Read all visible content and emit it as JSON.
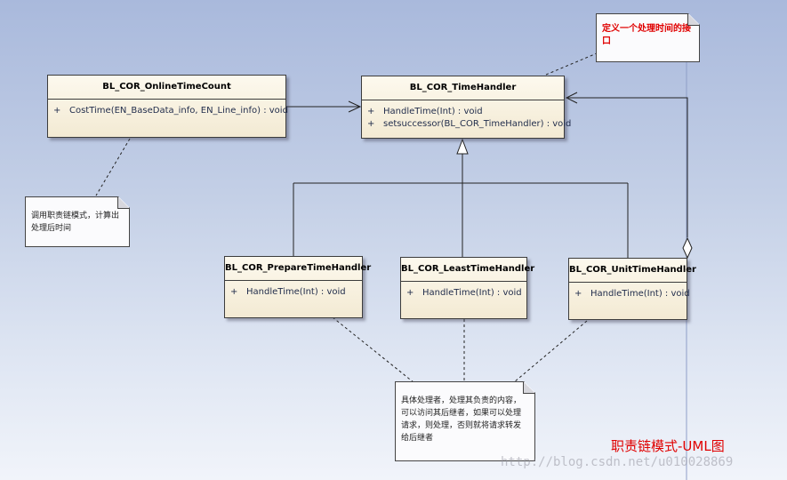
{
  "classes": {
    "online_time_count": {
      "name": "BL_COR_OnlineTimeCount",
      "operations": [
        {
          "visibility": "+",
          "signature": "CostTime(EN_BaseData_info, EN_Line_info) : void"
        }
      ]
    },
    "time_handler": {
      "name": "BL_COR_TimeHandler",
      "operations": [
        {
          "visibility": "+",
          "signature": "HandleTime(Int) : void"
        },
        {
          "visibility": "+",
          "signature": "setsuccessor(BL_COR_TimeHandler) : void"
        }
      ]
    },
    "prepare_handler": {
      "name": "BL_COR_PrepareTimeHandler",
      "operations": [
        {
          "visibility": "+",
          "signature": "HandleTime(Int) : void"
        }
      ]
    },
    "least_handler": {
      "name": "BL_COR_LeastTimeHandler",
      "operations": [
        {
          "visibility": "+",
          "signature": "HandleTime(Int) : void"
        }
      ]
    },
    "unit_handler": {
      "name": "BL_COR_UnitTimeHandler",
      "operations": [
        {
          "visibility": "+",
          "signature": "HandleTime(Int) : void"
        }
      ]
    }
  },
  "notes": {
    "interface_note": {
      "lines": [
        "定义一个处理时间的接",
        "口"
      ],
      "color": "#e00000"
    },
    "client_note": {
      "lines": [
        "调用职责链模式，计算出",
        "处理后时间"
      ]
    },
    "concrete_note": {
      "lines": [
        "具体处理者，处理其负责的内容，",
        "可以访问其后继者，如果可以处理",
        "请求，则处理，否则就将请求转发",
        "给后继者"
      ]
    }
  },
  "caption": "职责链模式-UML图",
  "watermark": "http://blog.csdn.net/u010028869"
}
